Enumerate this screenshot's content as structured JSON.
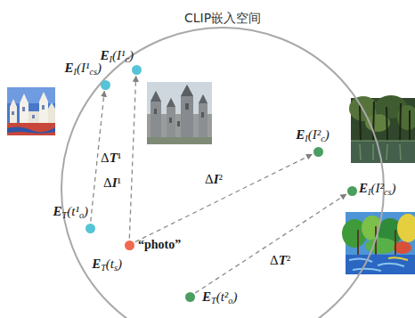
{
  "diagram": {
    "nodes": [
      {
        "text": [
          "CLIP嵌入空间"
        ]
      },
      {
        "text": [
          "EI(I¹c)"
        ],
        "in": 0
      },
      {
        "text": [
          "EI(I¹cs)"
        ],
        "in": 0
      },
      {
        "text": [
          "EI(I²c)"
        ],
        "in": 0
      },
      {
        "text": [
          "EI(I²cs)"
        ],
        "in": 0
      },
      {
        "text": [
          "ET(t¹o)"
        ],
        "in": 0
      },
      {
        "text": [
          "“photo”",
          "ET(ts)"
        ],
        "in": 0
      },
      {
        "text": [
          "ET(t²o)"
        ],
        "in": 0
      }
    ],
    "edges": [
      {
        "from": 5,
        "to": 2,
        "arrow": "to",
        "label": "ΔT¹"
      },
      {
        "from": 6,
        "to": 1,
        "arrow": "to",
        "label": "ΔI¹"
      },
      {
        "from": 6,
        "to": 3,
        "arrow": "to",
        "label": "ΔI²"
      },
      {
        "from": 7,
        "to": 4,
        "arrow": "to",
        "label": "ΔT²"
      }
    ]
  }
}
